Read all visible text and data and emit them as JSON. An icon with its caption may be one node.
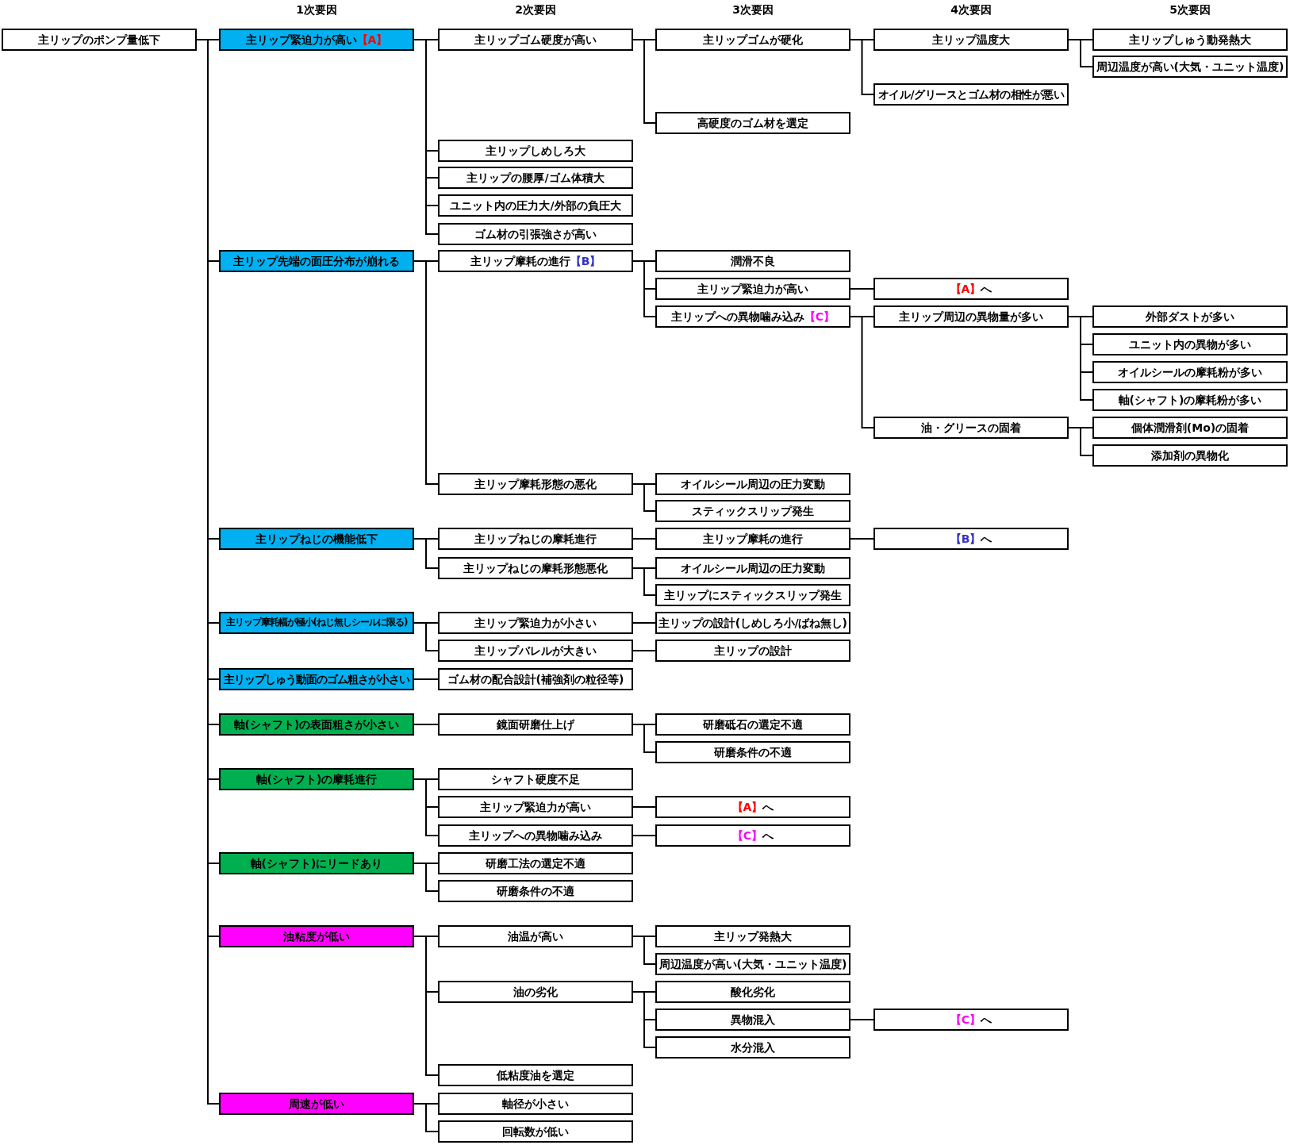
{
  "diagram": {
    "nodes": [
      {
        "text": [
          "主リップのポンプ量低下"
        ]
      },
      {
        "text": [
          "主リップ緊迫力が高い",
          "【A】"
        ]
      },
      {
        "text": [
          "主リップゴム硬度が高い"
        ]
      },
      {
        "text": [
          "主リップゴムが硬化"
        ]
      },
      {
        "text": [
          "主リップ温度大"
        ]
      },
      {
        "text": [
          "主リップしゅう動発熱大"
        ]
      },
      {
        "text": [
          "周辺温度が高い(大気・ユニット温度)"
        ]
      },
      {
        "text": [
          "オイル/グリースとゴム材の相性が悪い"
        ]
      },
      {
        "text": [
          "高硬度のゴム材を選定"
        ]
      },
      {
        "text": [
          "主リップしめしろ大"
        ]
      },
      {
        "text": [
          "主リップの腰厚/ゴム体積大"
        ]
      },
      {
        "text": [
          "ユニット内の圧力大/外部の負圧大"
        ]
      },
      {
        "text": [
          "ゴム材の引張強さが高い"
        ]
      },
      {
        "text": [
          "主リップ先端の面圧分布が崩れる"
        ]
      },
      {
        "text": [
          "主リップ摩耗の進行",
          "【B】"
        ]
      },
      {
        "text": [
          "潤滑不良"
        ]
      },
      {
        "text": [
          "主リップ緊迫力が高い"
        ]
      },
      {
        "text": [
          "【A】",
          "へ"
        ]
      },
      {
        "text": [
          "主リップへの異物噛み込み",
          "【C】"
        ]
      },
      {
        "text": [
          "主リップ周辺の異物量が多い"
        ]
      },
      {
        "text": [
          "外部ダストが多い"
        ]
      },
      {
        "text": [
          "ユニット内の異物が多い"
        ]
      },
      {
        "text": [
          "オイルシールの摩耗粉が多い"
        ]
      },
      {
        "text": [
          "軸(シャフト)の摩耗粉が多い"
        ]
      },
      {
        "text": [
          "油・グリースの固着"
        ]
      },
      {
        "text": [
          "個体潤滑剤(Mo)の固着"
        ]
      },
      {
        "text": [
          "添加剤の異物化"
        ]
      },
      {
        "text": [
          "主リップ摩耗形態の悪化"
        ]
      },
      {
        "text": [
          "オイルシール周辺の圧力変動"
        ]
      },
      {
        "text": [
          "スティックスリップ発生"
        ]
      },
      {
        "text": [
          "主リップねじの機能低下"
        ]
      },
      {
        "text": [
          "主リップねじの摩耗進行"
        ]
      },
      {
        "text": [
          "主リップ摩耗の進行"
        ]
      },
      {
        "text": [
          "【B】",
          "へ"
        ]
      },
      {
        "text": [
          "主リップねじの摩耗形態悪化"
        ]
      },
      {
        "text": [
          "オイルシール周辺の圧力変動"
        ]
      },
      {
        "text": [
          "主リップにスティックスリップ発生"
        ]
      },
      {
        "text": [
          "主リップ摩耗幅が極小(ねじ無しシールに限る)"
        ]
      },
      {
        "text": [
          "主リップ緊迫力が小さい"
        ]
      },
      {
        "text": [
          "主リップの設計(しめしろ小/ばね無し)"
        ]
      },
      {
        "text": [
          "主リップバレルが大きい"
        ]
      },
      {
        "text": [
          "主リップの設計"
        ]
      },
      {
        "text": [
          "主リップしゅう動面のゴム粗さが小さい"
        ]
      },
      {
        "text": [
          "ゴム材の配合設計(補強剤の粒径等)"
        ]
      },
      {
        "text": [
          "軸(シャフト)の表面粗さが小さい"
        ]
      },
      {
        "text": [
          "鏡面研磨仕上げ"
        ]
      },
      {
        "text": [
          "研磨砥石の選定不適"
        ]
      },
      {
        "text": [
          "研磨条件の不適"
        ]
      },
      {
        "text": [
          "軸(シャフト)の摩耗進行"
        ]
      },
      {
        "text": [
          "シャフト硬度不足"
        ]
      },
      {
        "text": [
          "主リップ緊迫力が高い"
        ]
      },
      {
        "text": [
          "【A】",
          "へ"
        ]
      },
      {
        "text": [
          "主リップへの異物噛み込み"
        ]
      },
      {
        "text": [
          "【C】",
          "へ"
        ]
      },
      {
        "text": [
          "軸(シャフト)にリードあり"
        ]
      },
      {
        "text": [
          "研磨工法の選定不適"
        ]
      },
      {
        "text": [
          "研磨条件の不適"
        ]
      },
      {
        "text": [
          "油粘度が低い"
        ]
      },
      {
        "text": [
          "油温が高い"
        ]
      },
      {
        "text": [
          "主リップ発熱大"
        ]
      },
      {
        "text": [
          "周辺温度が高い(大気・ユニット温度)"
        ]
      },
      {
        "text": [
          "油の劣化"
        ]
      },
      {
        "text": [
          "酸化劣化"
        ]
      },
      {
        "text": [
          "異物混入"
        ]
      },
      {
        "text": [
          "【C】",
          "へ"
        ]
      },
      {
        "text": [
          "水分混入"
        ]
      },
      {
        "text": [
          "低粘度油を選定"
        ]
      },
      {
        "text": [
          "周速が低い"
        ]
      },
      {
        "text": [
          "軸径が小さい"
        ]
      },
      {
        "text": [
          "回転数が低い"
        ]
      }
    ],
    "edges": [
      {
        "from": 0,
        "to": 1,
        "arrow": "none"
      },
      {
        "from": 1,
        "to": 2,
        "arrow": "none"
      },
      {
        "from": 2,
        "to": 3,
        "arrow": "none"
      },
      {
        "from": 3,
        "to": 4,
        "arrow": "none"
      },
      {
        "from": 4,
        "to": 5,
        "arrow": "none"
      },
      {
        "from": 4,
        "to": 6,
        "arrow": "none"
      },
      {
        "from": 3,
        "to": 7,
        "arrow": "none"
      },
      {
        "from": 2,
        "to": 8,
        "arrow": "none"
      },
      {
        "from": 1,
        "to": 9,
        "arrow": "none"
      },
      {
        "from": 1,
        "to": 10,
        "arrow": "none"
      },
      {
        "from": 1,
        "to": 11,
        "arrow": "none"
      },
      {
        "from": 1,
        "to": 12,
        "arrow": "none"
      },
      {
        "from": 0,
        "to": 13,
        "arrow": "none"
      },
      {
        "from": 13,
        "to": 14,
        "arrow": "none"
      },
      {
        "from": 14,
        "to": 15,
        "arrow": "none"
      },
      {
        "from": 14,
        "to": 16,
        "arrow": "none"
      },
      {
        "from": 16,
        "to": 17,
        "arrow": "none"
      },
      {
        "from": 14,
        "to": 18,
        "arrow": "none"
      },
      {
        "from": 18,
        "to": 19,
        "arrow": "none"
      },
      {
        "from": 19,
        "to": 20,
        "arrow": "none"
      },
      {
        "from": 19,
        "to": 21,
        "arrow": "none"
      },
      {
        "from": 19,
        "to": 22,
        "arrow": "none"
      },
      {
        "from": 19,
        "to": 23,
        "arrow": "none"
      },
      {
        "from": 18,
        "to": 24,
        "arrow": "none"
      },
      {
        "from": 24,
        "to": 25,
        "arrow": "none"
      },
      {
        "from": 24,
        "to": 26,
        "arrow": "none"
      },
      {
        "from": 13,
        "to": 27,
        "arrow": "none"
      },
      {
        "from": 27,
        "to": 28,
        "arrow": "none"
      },
      {
        "from": 27,
        "to": 29,
        "arrow": "none"
      },
      {
        "from": 0,
        "to": 30,
        "arrow": "none"
      },
      {
        "from": 30,
        "to": 31,
        "arrow": "none"
      },
      {
        "from": 31,
        "to": 32,
        "arrow": "none"
      },
      {
        "from": 32,
        "to": 33,
        "arrow": "none"
      },
      {
        "from": 30,
        "to": 34,
        "arrow": "none"
      },
      {
        "from": 34,
        "to": 35,
        "arrow": "none"
      },
      {
        "from": 34,
        "to": 36,
        "arrow": "none"
      },
      {
        "from": 0,
        "to": 37,
        "arrow": "none"
      },
      {
        "from": 37,
        "to": 38,
        "arrow": "none"
      },
      {
        "from": 38,
        "to": 39,
        "arrow": "none"
      },
      {
        "from": 37,
        "to": 40,
        "arrow": "none"
      },
      {
        "from": 40,
        "to": 41,
        "arrow": "none"
      },
      {
        "from": 0,
        "to": 42,
        "arrow": "none"
      },
      {
        "from": 42,
        "to": 43,
        "arrow": "none"
      },
      {
        "from": 0,
        "to": 44,
        "arrow": "none"
      },
      {
        "from": 44,
        "to": 45,
        "arrow": "none"
      },
      {
        "from": 45,
        "to": 46,
        "arrow": "none"
      },
      {
        "from": 45,
        "to": 47,
        "arrow": "none"
      },
      {
        "from": 0,
        "to": 48,
        "arrow": "none"
      },
      {
        "from": 48,
        "to": 49,
        "arrow": "none"
      },
      {
        "from": 48,
        "to": 50,
        "arrow": "none"
      },
      {
        "from": 50,
        "to": 51,
        "arrow": "none"
      },
      {
        "from": 48,
        "to": 52,
        "arrow": "none"
      },
      {
        "from": 52,
        "to": 53,
        "arrow": "none"
      },
      {
        "from": 0,
        "to": 54,
        "arrow": "none"
      },
      {
        "from": 54,
        "to": 55,
        "arrow": "none"
      },
      {
        "from": 54,
        "to": 56,
        "arrow": "none"
      },
      {
        "from": 0,
        "to": 57,
        "arrow": "none"
      },
      {
        "from": 57,
        "to": 58,
        "arrow": "none"
      },
      {
        "from": 58,
        "to": 59,
        "arrow": "none"
      },
      {
        "from": 58,
        "to": 60,
        "arrow": "none"
      },
      {
        "from": 57,
        "to": 61,
        "arrow": "none"
      },
      {
        "from": 61,
        "to": 62,
        "arrow": "none"
      },
      {
        "from": 61,
        "to": 63,
        "arrow": "none"
      },
      {
        "from": 63,
        "to": 64,
        "arrow": "none"
      },
      {
        "from": 61,
        "to": 65,
        "arrow": "none"
      },
      {
        "from": 57,
        "to": 66,
        "arrow": "none"
      },
      {
        "from": 0,
        "to": 67,
        "arrow": "none"
      },
      {
        "from": 67,
        "to": 68,
        "arrow": "none"
      },
      {
        "from": 67,
        "to": 69,
        "arrow": "none"
      }
    ],
    "labels": [
      "1次要因",
      "2次要因",
      "3次要因",
      "4次要因",
      "5次要因"
    ]
  }
}
